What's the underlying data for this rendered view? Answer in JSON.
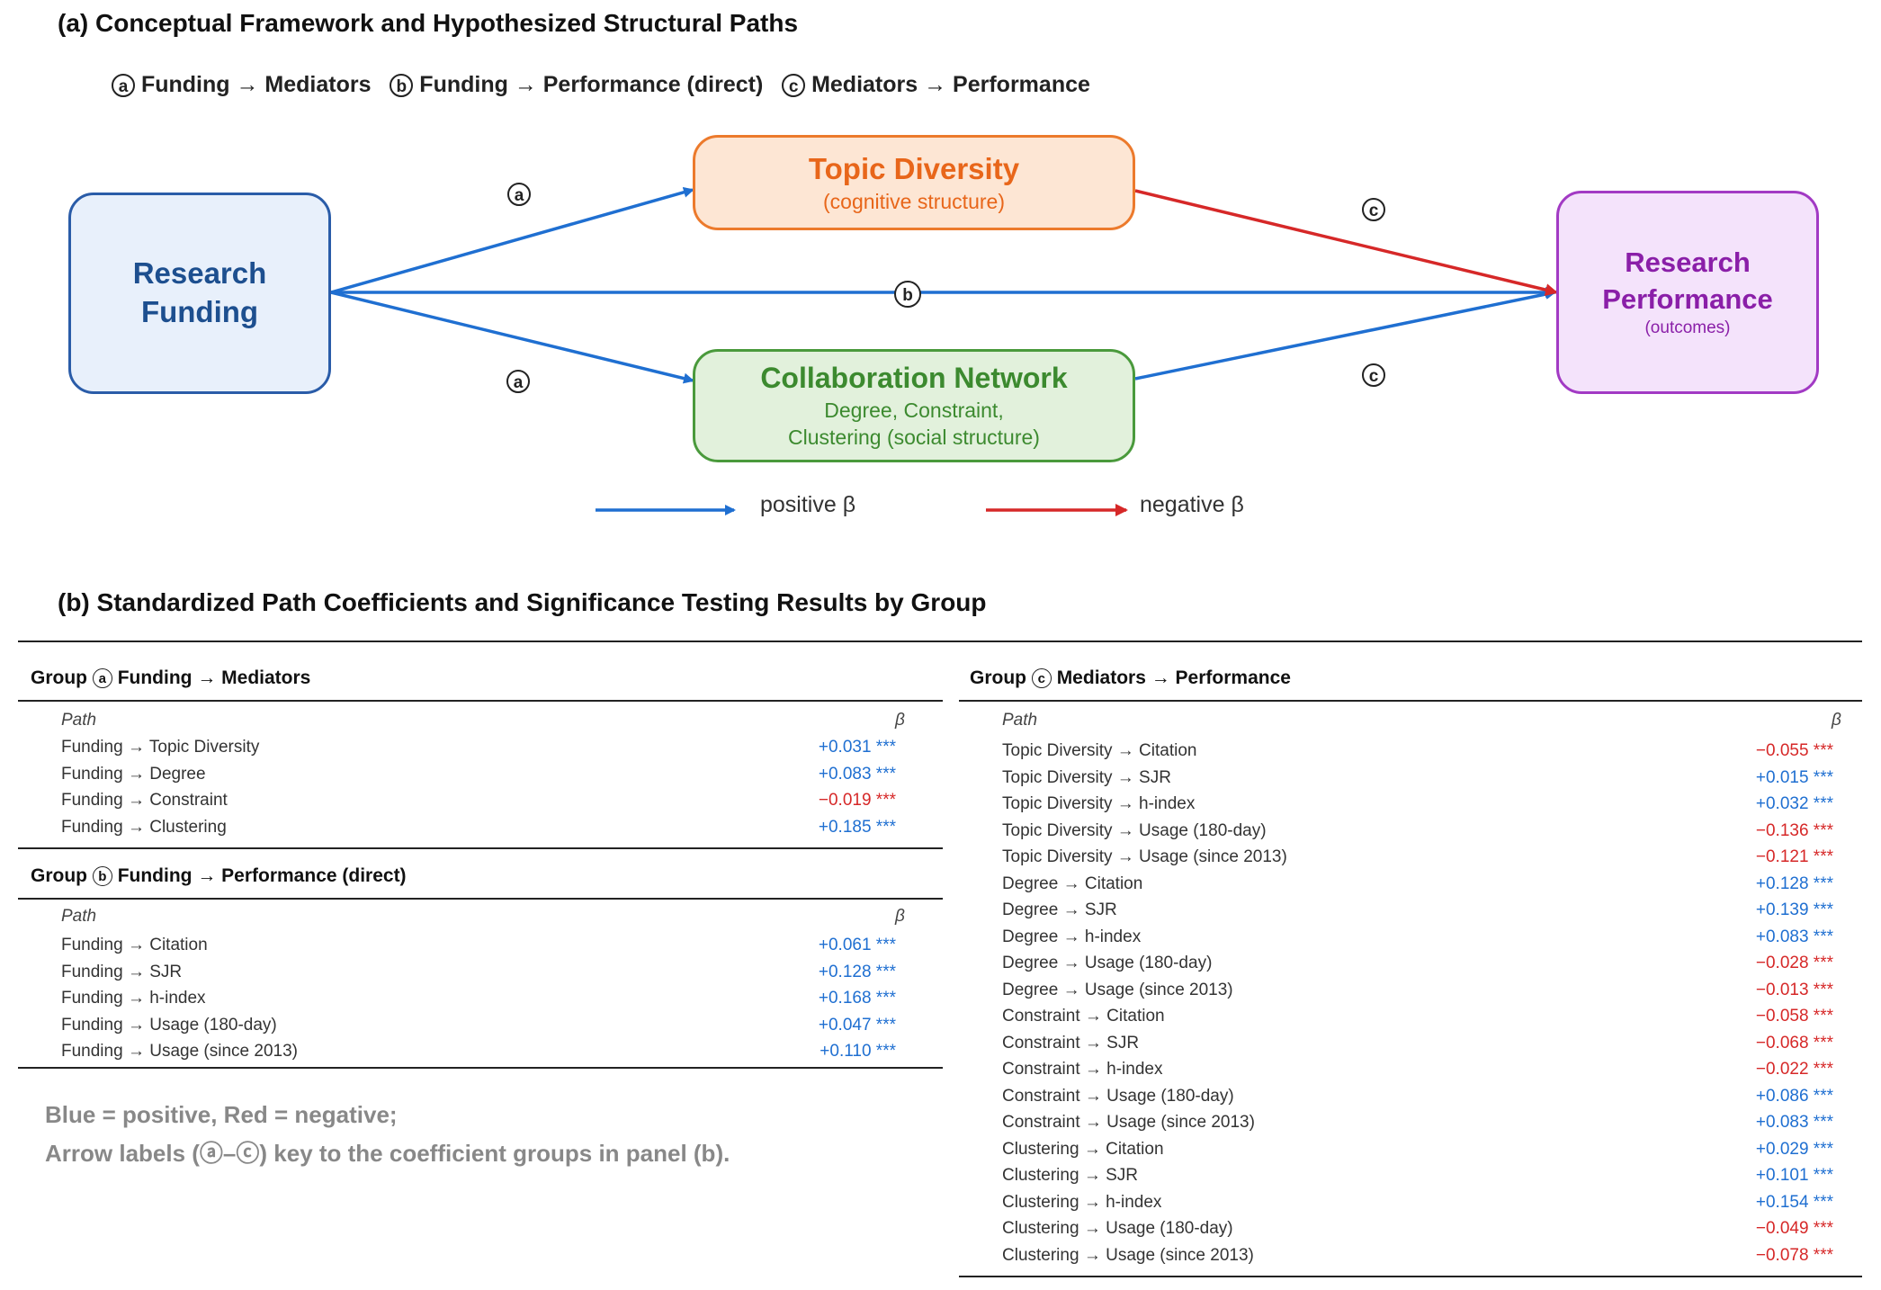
{
  "panel_a": {
    "title": "(a)  Conceptual Framework and Hypothesized Structural Paths",
    "legend": {
      "a_sym": "a",
      "a_label": "Funding → Mediators",
      "b_sym": "b",
      "b_label": "Funding → Performance (direct)",
      "c_sym": "c",
      "c_label": "Mediators → Performance"
    },
    "nodes": {
      "funding": {
        "title_line1": "Research",
        "title_line2": "Funding",
        "color": "#1d4f8f",
        "fill": "#e8f0fb",
        "border": "#2a5ca8"
      },
      "topic": {
        "title": "Topic Diversity",
        "subtitle": "(cognitive structure)",
        "color": "#e8661a",
        "fill": "#fde6d4",
        "border": "#ec7a2c"
      },
      "collab": {
        "title": "Collaboration Network",
        "sub1": "Degree, Constraint,",
        "sub2": "Clustering (social structure)",
        "color": "#3c8a2f",
        "fill": "#e2f1dc",
        "border": "#4a9a3c"
      },
      "performance": {
        "title_line1": "Research",
        "title_line2": "Performance",
        "subtitle": "(outcomes)",
        "color": "#8a1fa8",
        "fill": "#f4e3fb",
        "border": "#a23ac4"
      }
    },
    "arrow_labels": {
      "a1": "a",
      "a2": "a",
      "b": "b",
      "c1": "c",
      "c2": "c"
    },
    "line_legend": {
      "positive": "positive β",
      "negative": "negative β"
    },
    "colors": {
      "positive": "#1f6fd1",
      "negative": "#d62828"
    }
  },
  "panel_b": {
    "title": "(b)  Standardized Path Coefficients and Significance Testing Results by Group",
    "group_a": {
      "prefix": "Group",
      "sym": "a",
      "label": "Funding → Mediators",
      "col_path": "Path",
      "col_beta": "β",
      "rows": [
        {
          "path": "Funding → Topic Diversity",
          "beta": "+0.031 ***",
          "sign": "pos"
        },
        {
          "path": "Funding → Degree",
          "beta": "+0.083 ***",
          "sign": "pos"
        },
        {
          "path": "Funding → Constraint",
          "beta": "−0.019 ***",
          "sign": "neg"
        },
        {
          "path": "Funding → Clustering",
          "beta": "+0.185 ***",
          "sign": "pos"
        }
      ]
    },
    "group_b": {
      "prefix": "Group",
      "sym": "b",
      "label": "Funding → Performance (direct)",
      "col_path": "Path",
      "col_beta": "β",
      "rows": [
        {
          "path": "Funding → Citation",
          "beta": "+0.061 ***",
          "sign": "pos"
        },
        {
          "path": "Funding → SJR",
          "beta": "+0.128 ***",
          "sign": "pos"
        },
        {
          "path": "Funding → h-index",
          "beta": "+0.168 ***",
          "sign": "pos"
        },
        {
          "path": "Funding → Usage (180-day)",
          "beta": "+0.047 ***",
          "sign": "pos"
        },
        {
          "path": "Funding → Usage (since 2013)",
          "beta": "+0.110 ***",
          "sign": "pos"
        }
      ]
    },
    "group_c": {
      "prefix": "Group",
      "sym": "c",
      "label": "Mediators → Performance",
      "col_path": "Path",
      "col_beta": "β",
      "rows": [
        {
          "path": "Topic Diversity → Citation",
          "beta": "−0.055 ***",
          "sign": "neg"
        },
        {
          "path": "Topic Diversity → SJR",
          "beta": "+0.015 ***",
          "sign": "pos"
        },
        {
          "path": "Topic Diversity → h-index",
          "beta": "+0.032 ***",
          "sign": "pos"
        },
        {
          "path": "Topic Diversity → Usage (180-day)",
          "beta": "−0.136 ***",
          "sign": "neg"
        },
        {
          "path": "Topic Diversity → Usage (since 2013)",
          "beta": "−0.121 ***",
          "sign": "neg"
        },
        {
          "path": "Degree → Citation",
          "beta": "+0.128 ***",
          "sign": "pos"
        },
        {
          "path": "Degree → SJR",
          "beta": "+0.139 ***",
          "sign": "pos"
        },
        {
          "path": "Degree → h-index",
          "beta": "+0.083 ***",
          "sign": "pos"
        },
        {
          "path": "Degree → Usage (180-day)",
          "beta": "−0.028 ***",
          "sign": "neg"
        },
        {
          "path": "Degree → Usage (since 2013)",
          "beta": "−0.013 ***",
          "sign": "neg"
        },
        {
          "path": "Constraint → Citation",
          "beta": "−0.058 ***",
          "sign": "neg"
        },
        {
          "path": "Constraint → SJR",
          "beta": "−0.068 ***",
          "sign": "neg"
        },
        {
          "path": "Constraint → h-index",
          "beta": "−0.022 ***",
          "sign": "neg"
        },
        {
          "path": "Constraint → Usage (180-day)",
          "beta": "+0.086 ***",
          "sign": "pos"
        },
        {
          "path": "Constraint → Usage (since 2013)",
          "beta": "+0.083 ***",
          "sign": "pos"
        },
        {
          "path": "Clustering → Citation",
          "beta": "+0.029 ***",
          "sign": "pos"
        },
        {
          "path": "Clustering → SJR",
          "beta": "+0.101 ***",
          "sign": "pos"
        },
        {
          "path": "Clustering → h-index",
          "beta": "+0.154 ***",
          "sign": "pos"
        },
        {
          "path": "Clustering → Usage (180-day)",
          "beta": "−0.049 ***",
          "sign": "neg"
        },
        {
          "path": "Clustering → Usage (since 2013)",
          "beta": "−0.078 ***",
          "sign": "neg"
        }
      ]
    },
    "note": {
      "line1": "Blue = positive, Red = negative;",
      "line2": "Arrow labels (ⓐ–ⓒ) key to the coefficient groups in panel (b)."
    }
  }
}
